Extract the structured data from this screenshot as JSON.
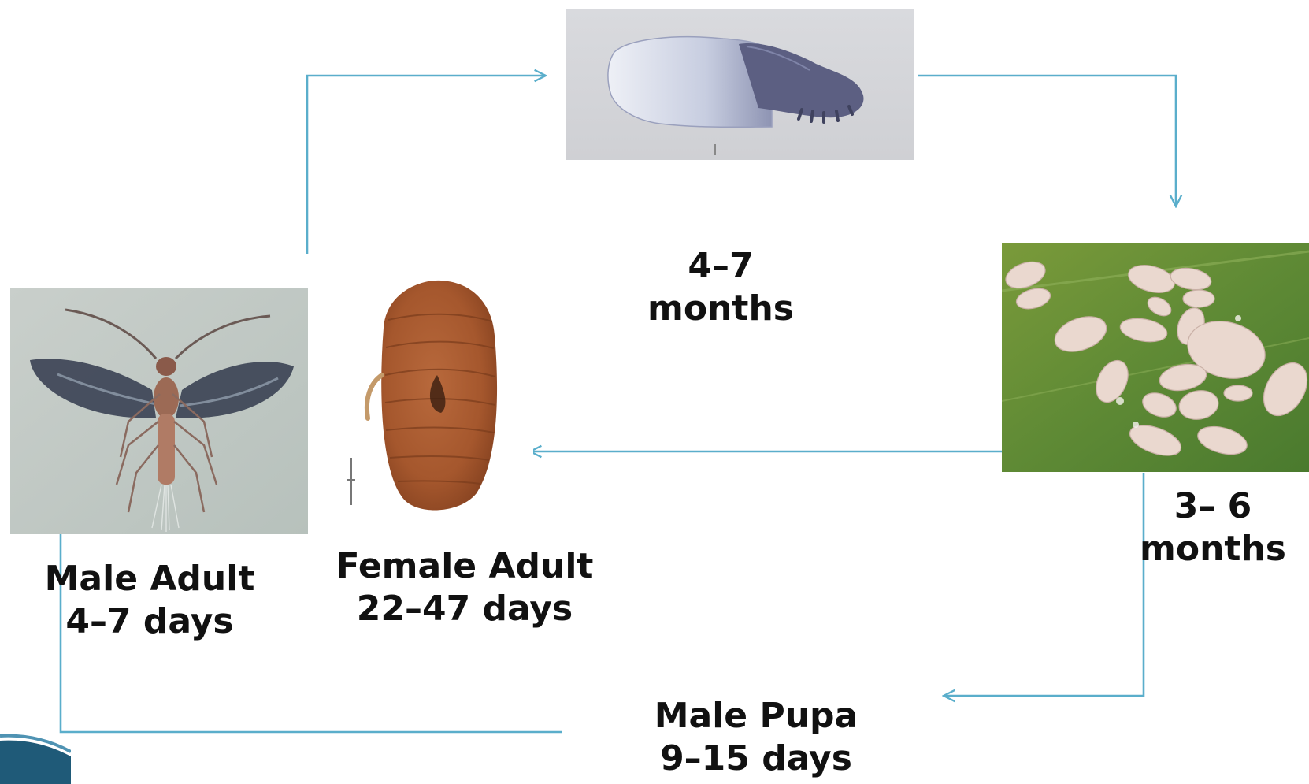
{
  "colors": {
    "arrow": "#5aaecb",
    "text": "#111111",
    "swoosh": "#1f5a78"
  },
  "stages": {
    "male_adult": {
      "title": "Male Adult",
      "duration": "4–7 days"
    },
    "female_adult": {
      "title": "Female Adult",
      "duration": "22–47 days"
    },
    "male_pupa": {
      "title": "Male Pupa",
      "duration": "9–15 days"
    }
  },
  "durations": {
    "egg_stage": {
      "line1": "4–7",
      "line2": "months"
    },
    "nymph_stage": {
      "line1": "3– 6",
      "line2": "months"
    }
  },
  "icons": {
    "egg_sac": "egg-sac-icon",
    "nymphs": "nymph-colony-icon",
    "male": "male-insect-icon",
    "female": "female-insect-icon"
  }
}
